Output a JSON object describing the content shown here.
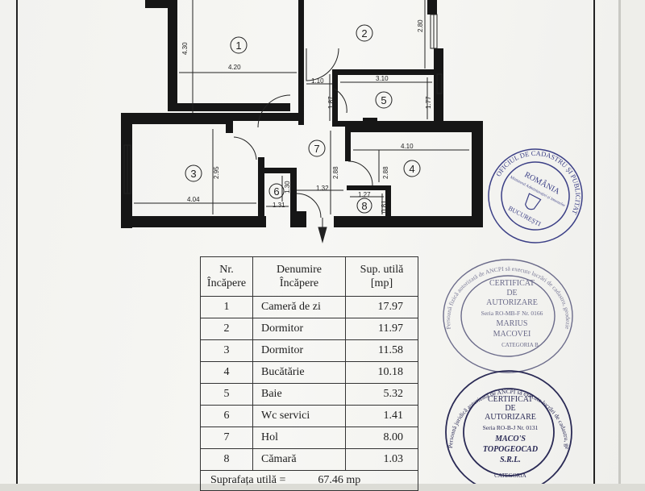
{
  "plan": {
    "rooms": [
      {
        "number": "1"
      },
      {
        "number": "2"
      },
      {
        "number": "3"
      },
      {
        "number": "4"
      },
      {
        "number": "5"
      },
      {
        "number": "6"
      },
      {
        "number": "7"
      },
      {
        "number": "8"
      }
    ],
    "dimensions": {
      "d430": "4.30",
      "d420": "4.20",
      "d280": "2.80",
      "d110": "1.10",
      "d310": "3.10",
      "d187": "1.87",
      "d177": "1.77",
      "d295": "2.95",
      "d404": "4.04",
      "d410": "4.10",
      "d288a": "2.88",
      "d288b": "2.88",
      "d130": "1.30",
      "d132": "1.32",
      "d131": "1.31",
      "d127": "1.27",
      "d081": "0.81"
    }
  },
  "table": {
    "headers": {
      "nr_1": "Nr.",
      "nr_2": "Încăpere",
      "name_1": "Denumire",
      "name_2": "Încăpere",
      "area_1": "Sup. utilă",
      "area_2": "[mp]"
    },
    "rows": [
      {
        "nr": "1",
        "name": "Cameră de zi",
        "area": "17.97"
      },
      {
        "nr": "2",
        "name": "Dormitor",
        "area": "11.97"
      },
      {
        "nr": "3",
        "name": "Dormitor",
        "area": "11.58"
      },
      {
        "nr": "4",
        "name": "Bucătărie",
        "area": "10.18"
      },
      {
        "nr": "5",
        "name": "Baie",
        "area": "5.32"
      },
      {
        "nr": "6",
        "name": "Wc servici",
        "area": "1.41"
      },
      {
        "nr": "7",
        "name": "Hol",
        "area": "8.00"
      },
      {
        "nr": "8",
        "name": "Cămară",
        "area": "1.03"
      }
    ],
    "total_label": "Suprafața utilă =",
    "total_value": "67.46 mp"
  },
  "stamps": {
    "cadastru": {
      "outer_top": "OFICIUL DE CADASTRU ȘI PUBLICITATE IMOBILIARĂ",
      "country": "ROMÂNIA",
      "ministry": "Ministerul Administrației și Internelor",
      "city": "BUCUREȘTI",
      "color": "#3b3f86"
    },
    "cert1": {
      "ring": "Persoană fizică autorizată de ANCPI să execute lucrări de cadastru, geodezie și cartografie",
      "line1": "CERTIFICAT",
      "line2": "DE",
      "line3": "AUTORIZARE",
      "serial": "Seria RO-MB-F  Nr. 0166",
      "name1": "MARIUS",
      "name2": "MACOVEI",
      "category": "CATEGORIA B",
      "color": "#6b6b8a"
    },
    "cert2": {
      "ring": "Persoană juridică autorizată de ANCPI să execute lucrări de cadastru, geodezie și cartografie",
      "line1": "CERTIFICAT",
      "line2": "DE",
      "line3": "AUTORIZARE",
      "serial": "Seria RO-B-J  Nr. 0131",
      "company1": "MACO'S",
      "company2": "TOPOGEOCAD",
      "company3": "S.R.L.",
      "category": "CATEGORIA",
      "color": "#2a2a55"
    }
  }
}
